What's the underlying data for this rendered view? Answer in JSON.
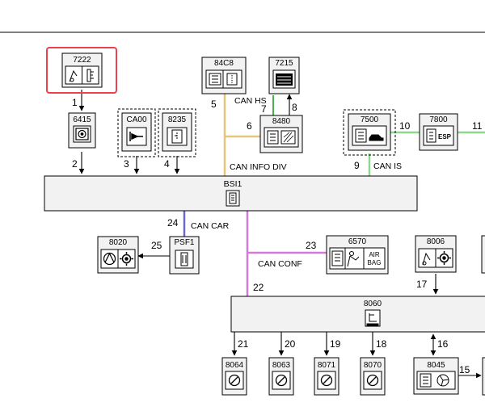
{
  "diagram": {
    "top_rule": true,
    "modules": {
      "m7222": "7222",
      "m6415": "6415",
      "mCA00": "CA00",
      "m8235": "8235",
      "m84C8": "84C8",
      "m7215": "7215",
      "m8480": "8480",
      "m7500": "7500",
      "m7800": "7800",
      "m8020": "8020",
      "mPSF1": "PSF1",
      "m6570": "6570",
      "m8006": "8006",
      "m8060": "8060",
      "m8064": "8064",
      "m8063": "8063",
      "m8071": "8071",
      "m8070": "8070",
      "m8045": "8045"
    },
    "central_unit": {
      "title": "BSI1"
    },
    "connections": {
      "c1": "1",
      "c2": "2",
      "c3": "3",
      "c4": "4",
      "c5": "5",
      "c6": "6",
      "c7": "7",
      "c8": "8",
      "c9": "9",
      "c10": "10",
      "c11": "11",
      "c15": "15",
      "c16": "16",
      "c17": "17",
      "c18": "18",
      "c19": "19",
      "c20": "20",
      "c21": "21",
      "c22": "22",
      "c23": "23",
      "c24": "24",
      "c25": "25"
    },
    "buses": {
      "can_hs": "CAN HS",
      "can_info_div": "CAN INFO DIV",
      "can_is": "CAN IS",
      "can_car": "CAN CAR",
      "can_conf": "CAN CONF"
    },
    "icon_labels": {
      "esp": "ESP",
      "air": "AIR",
      "bag": "BAG"
    },
    "colors": {
      "can_info_div": "#e8c47a",
      "can_hs": "#4caf50",
      "can_is": "#8ed88e",
      "can_car": "#6a6ad0",
      "can_conf": "#d27ad8",
      "highlight": "#e8424e",
      "box_fill": "#f2f2f2"
    }
  }
}
